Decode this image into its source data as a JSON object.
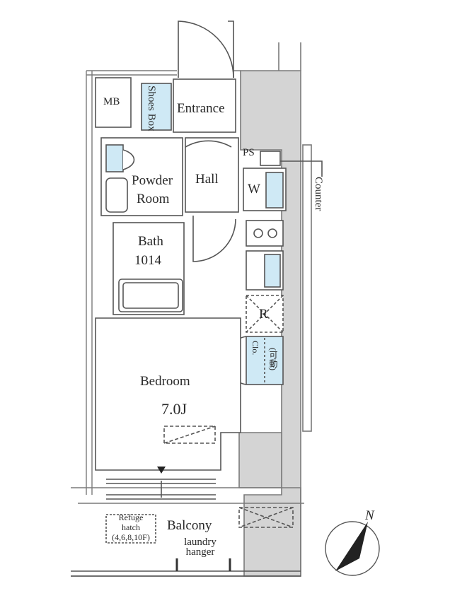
{
  "floorplan": {
    "rooms": {
      "mb": "MB",
      "shoes_box": "Shoes Box",
      "entrance": "Entrance",
      "ps": "PS",
      "powder_room_line1": "Powder",
      "powder_room_line2": "Room",
      "hall": "Hall",
      "w": "W",
      "bath": "Bath",
      "bath_size": "1014",
      "r": "R",
      "clo": "Clo.",
      "clo_note": "(可動)",
      "bedroom": "Bedroom",
      "bedroom_size": "7.0J",
      "counter": "Counter",
      "balcony": "Balcony",
      "laundry_line1": "laundry",
      "laundry_line2": "hanger",
      "refuge_line1": "Refuge",
      "refuge_line2": "hatch",
      "refuge_line3": "(4,6,8,10F)"
    },
    "compass": {
      "label": "N"
    },
    "colors": {
      "wall": "#7a7a7a",
      "wall_fill": "#d4d4d4",
      "line": "#333333",
      "storage_fill": "#cfe9f5"
    }
  }
}
